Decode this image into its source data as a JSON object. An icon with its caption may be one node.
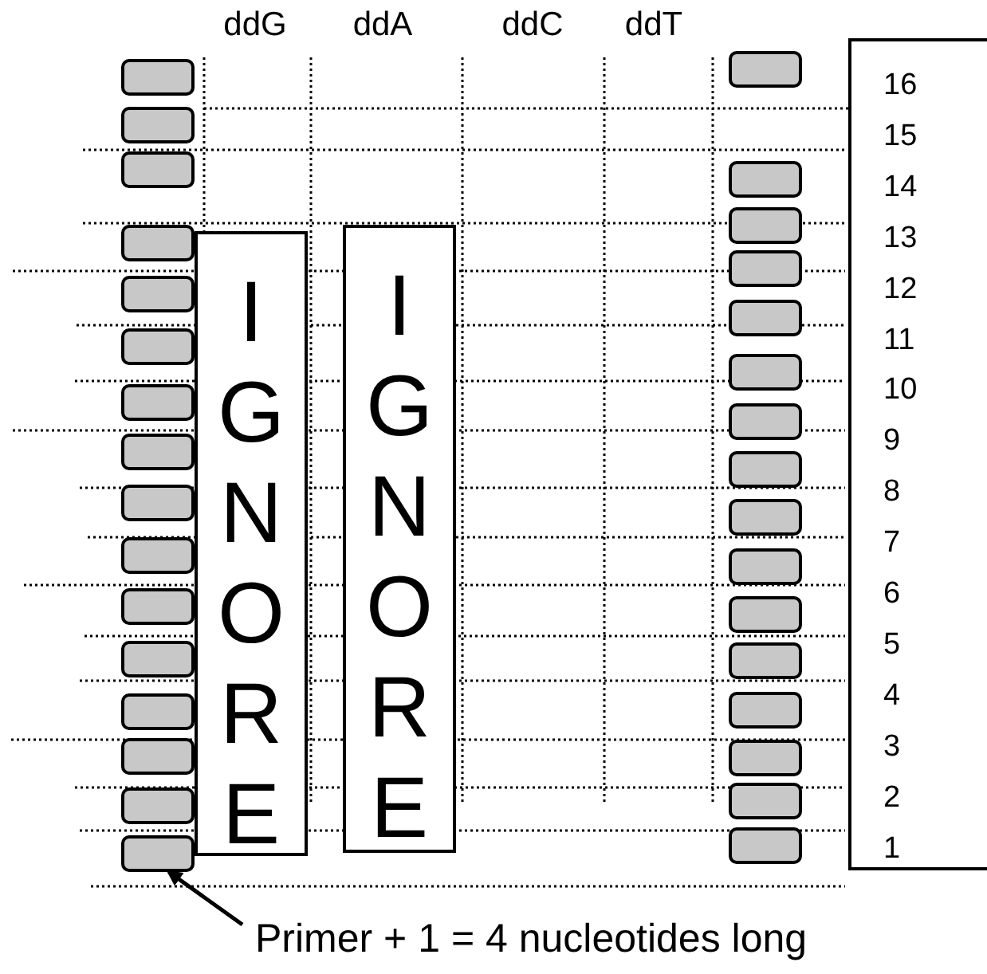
{
  "diagram": {
    "nodes": [
      {
        "text": [
          "IGNORE"
        ]
      },
      {
        "text": [
          "IGNORE"
        ]
      },
      {
        "text": [
          "16",
          "15",
          "14",
          "13",
          "12",
          "11",
          "10",
          "9",
          "8",
          "7",
          "6",
          "5",
          "4",
          "3",
          "2",
          "1"
        ]
      },
      {
        "text": [
          "Primer + 1 = 4 nucleotides long"
        ]
      },
      {
        "text": [],
        "shape": "bar"
      },
      {
        "text": [],
        "shape": "bar"
      },
      {
        "text": [],
        "shape": "bar"
      },
      {
        "text": [],
        "shape": "bar"
      },
      {
        "text": [],
        "shape": "bar"
      },
      {
        "text": [],
        "shape": "bar"
      },
      {
        "text": [],
        "shape": "bar"
      },
      {
        "text": [],
        "shape": "bar"
      },
      {
        "text": [],
        "shape": "bar"
      },
      {
        "text": [],
        "shape": "bar"
      },
      {
        "text": [],
        "shape": "bar"
      },
      {
        "text": [],
        "shape": "bar"
      },
      {
        "text": [],
        "shape": "bar"
      },
      {
        "text": [],
        "shape": "bar"
      },
      {
        "text": [],
        "shape": "bar"
      },
      {
        "text": [],
        "shape": "bar"
      },
      {
        "text": [],
        "shape": "bar"
      },
      {
        "text": [],
        "shape": "bar"
      },
      {
        "text": [],
        "shape": "bar"
      },
      {
        "text": [],
        "shape": "bar"
      },
      {
        "text": [],
        "shape": "bar"
      },
      {
        "text": [],
        "shape": "bar"
      },
      {
        "text": [],
        "shape": "bar"
      },
      {
        "text": [],
        "shape": "bar"
      },
      {
        "text": [],
        "shape": "bar"
      },
      {
        "text": [],
        "shape": "bar"
      },
      {
        "text": [],
        "shape": "bar"
      },
      {
        "text": [],
        "shape": "bar"
      },
      {
        "text": [],
        "shape": "bar"
      },
      {
        "text": [],
        "shape": "bar"
      },
      {
        "text": [],
        "shape": "bar"
      },
      {
        "text": [],
        "shape": "bar"
      }
    ],
    "edges": [
      {
        "from": 3,
        "to": 19,
        "arrow": "to"
      }
    ],
    "labels": [
      "ddG",
      "ddA",
      "ddC",
      "ddT"
    ]
  }
}
